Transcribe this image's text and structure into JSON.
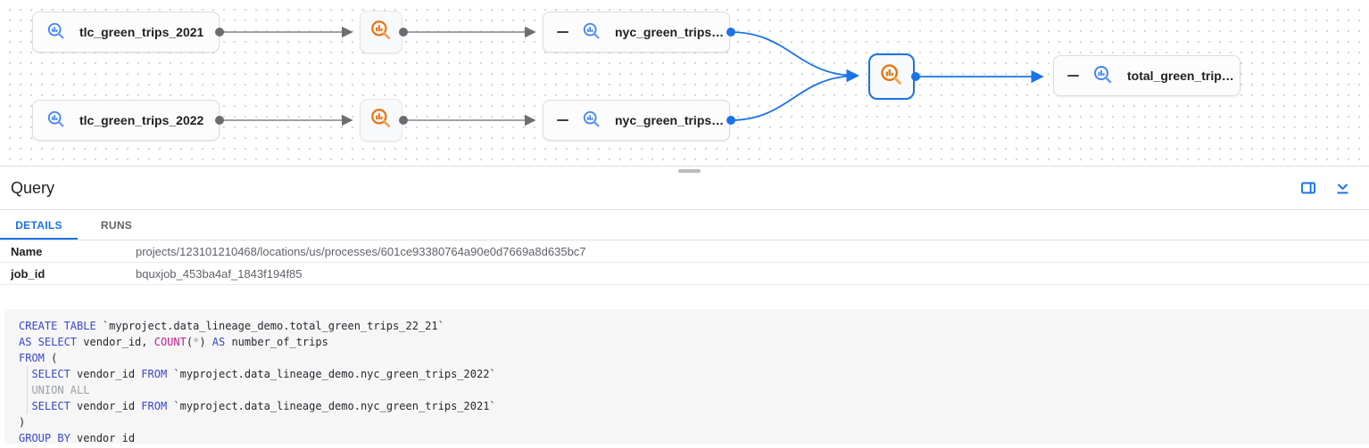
{
  "graph": {
    "nodes": {
      "tlc_2021": {
        "label": "tlc_green_trips_2021",
        "type": "table"
      },
      "tlc_2022": {
        "label": "tlc_green_trips_2022",
        "type": "table"
      },
      "nyc_1": {
        "label": "nyc_green_trips…",
        "type": "table",
        "collapse_icon": true
      },
      "nyc_2": {
        "label": "nyc_green_trips…",
        "type": "table",
        "collapse_icon": true
      },
      "total": {
        "label": "total_green_trip…",
        "type": "table",
        "collapse_icon": true
      },
      "query_1": {
        "type": "process",
        "icon": "query-search-icon"
      },
      "query_2": {
        "type": "process",
        "icon": "query-search-icon"
      },
      "query_selected": {
        "type": "process",
        "icon": "query-search-icon",
        "selected": true
      }
    },
    "colors": {
      "edge_gray": "#80868b",
      "edge_blue": "#1a73e8",
      "selected_border": "#1a73e8",
      "table_icon_blue": "#4285f4",
      "process_icon_orange": "#e8710a"
    }
  },
  "panel": {
    "title": "Query",
    "icons": {
      "split_view": "split-view-icon",
      "collapse": "collapse-panel-icon"
    },
    "tabs": [
      {
        "label": "DETAILS",
        "active": true
      },
      {
        "label": "RUNS",
        "active": false
      }
    ],
    "details": [
      {
        "label": "Name",
        "value": "projects/123101210468/locations/us/processes/601ce93380764a90e0d7669a8d635bc7"
      },
      {
        "label": "job_id",
        "value": "bquxjob_453ba4af_1843f194f85"
      }
    ]
  },
  "code": {
    "language": "sql",
    "lines": [
      [
        {
          "c": "kw",
          "t": "CREATE TABLE"
        },
        {
          "c": "pl",
          "t": " `myproject.data_lineage_demo.total_green_trips_22_21`"
        }
      ],
      [
        {
          "c": "kw",
          "t": "AS SELECT"
        },
        {
          "c": "pl",
          "t": " vendor_id, "
        },
        {
          "c": "fn",
          "t": "COUNT"
        },
        {
          "c": "pl",
          "t": "("
        },
        {
          "c": "cm",
          "t": "*"
        },
        {
          "c": "pl",
          "t": ") "
        },
        {
          "c": "kw",
          "t": "AS"
        },
        {
          "c": "pl",
          "t": " number_of_trips"
        }
      ],
      [
        {
          "c": "kw",
          "t": "FROM"
        },
        {
          "c": "pl",
          "t": " ("
        }
      ],
      [
        {
          "c": "pl",
          "t": "  "
        },
        {
          "c": "kw",
          "t": "SELECT"
        },
        {
          "c": "pl",
          "t": " vendor_id "
        },
        {
          "c": "kw",
          "t": "FROM"
        },
        {
          "c": "pl",
          "t": " `myproject.data_lineage_demo.nyc_green_trips_2022`"
        }
      ],
      [
        {
          "c": "pl",
          "t": "  "
        },
        {
          "c": "cm",
          "t": "UNION ALL"
        }
      ],
      [
        {
          "c": "pl",
          "t": "  "
        },
        {
          "c": "kw",
          "t": "SELECT"
        },
        {
          "c": "pl",
          "t": " vendor_id "
        },
        {
          "c": "kw",
          "t": "FROM"
        },
        {
          "c": "pl",
          "t": " `myproject.data_lineage_demo.nyc_green_trips_2021`"
        }
      ],
      [
        {
          "c": "pl",
          "t": ")"
        }
      ],
      [
        {
          "c": "kw",
          "t": "GROUP BY"
        },
        {
          "c": "pl",
          "t": " vendor_id"
        }
      ]
    ]
  }
}
